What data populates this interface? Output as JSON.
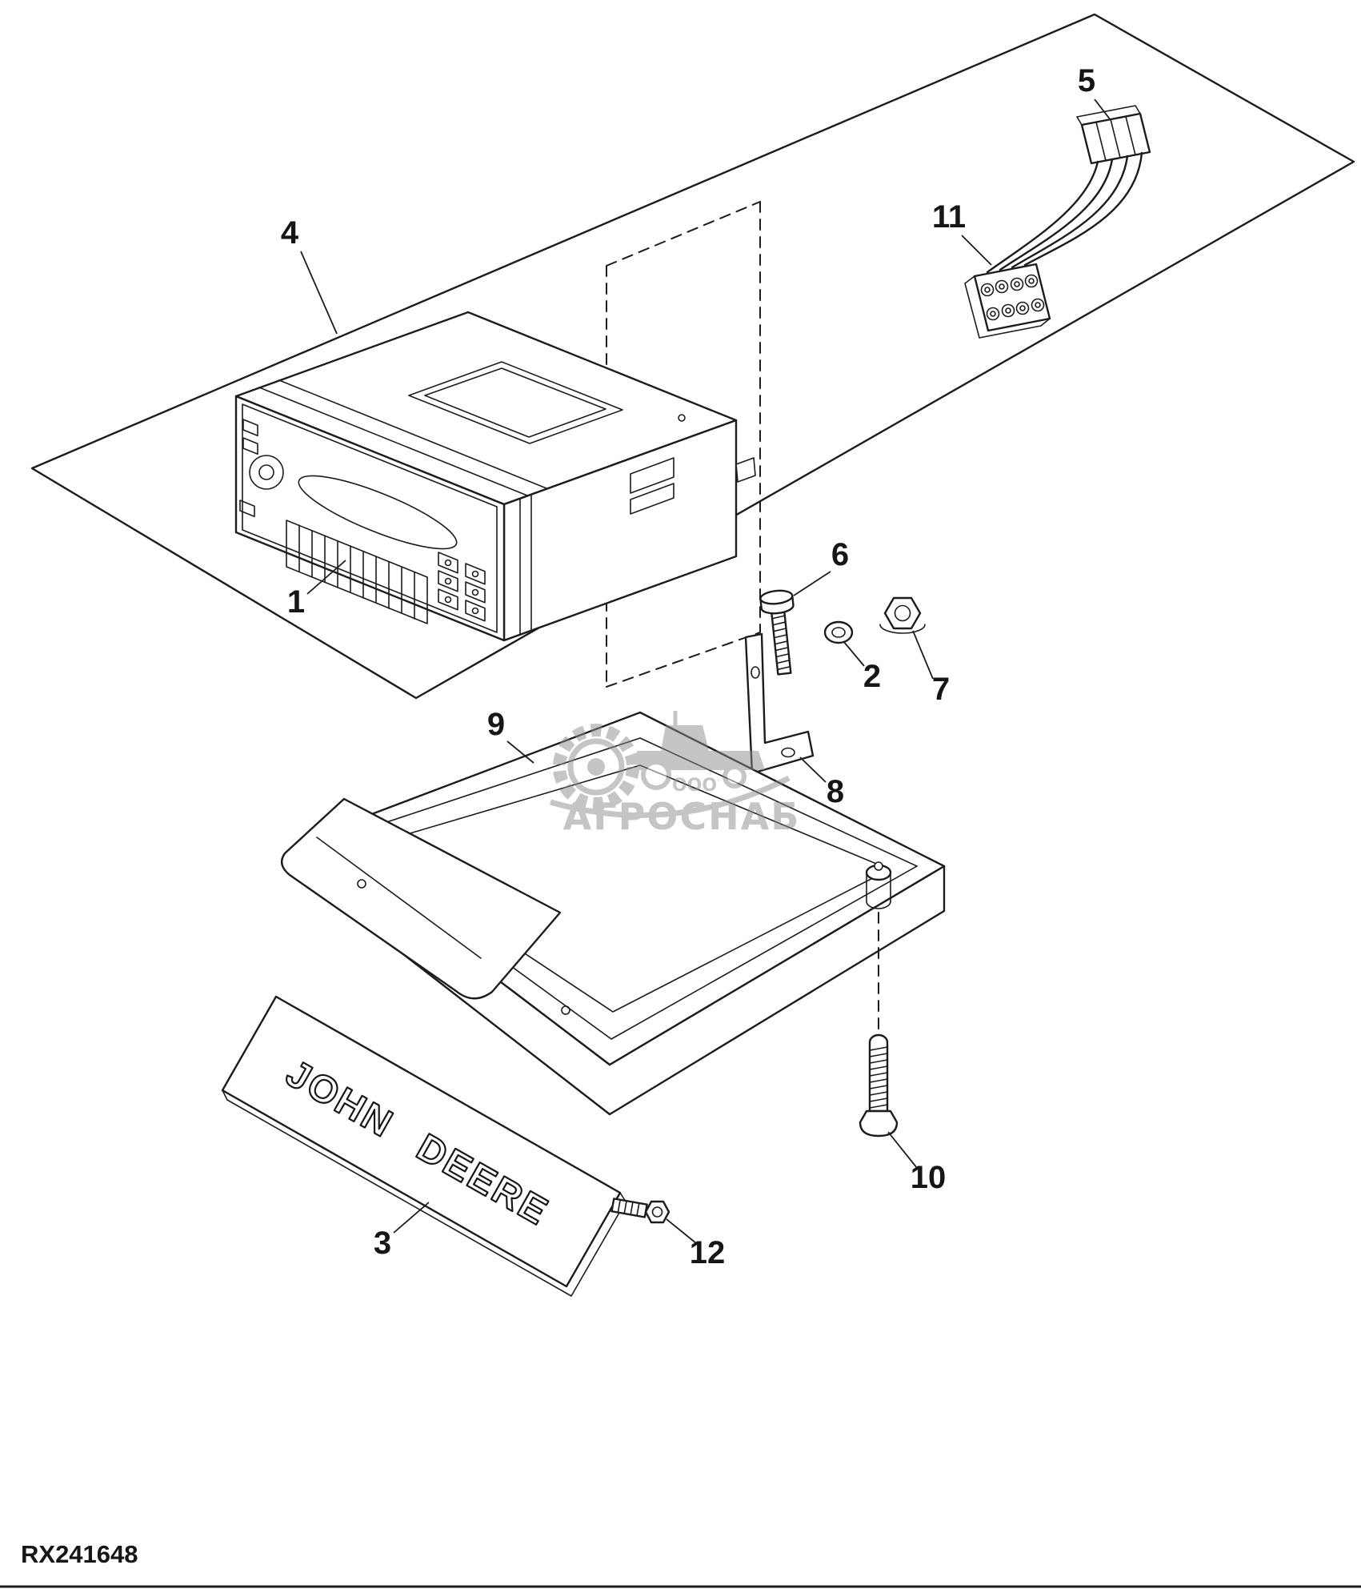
{
  "figure": {
    "code": "RX241648",
    "background": "#ffffff",
    "line_color": "#1c1c1c"
  },
  "plate": {
    "brand": "JOHN DEERE"
  },
  "watermark": {
    "org_type": "ООО",
    "org_name": "АГРОСНАБ",
    "color": "#8c8c8c"
  },
  "callouts": [
    {
      "id": 1,
      "label": "1"
    },
    {
      "id": 2,
      "label": "2"
    },
    {
      "id": 3,
      "label": "3"
    },
    {
      "id": 4,
      "label": "4"
    },
    {
      "id": 5,
      "label": "5"
    },
    {
      "id": 6,
      "label": "6"
    },
    {
      "id": 7,
      "label": "7"
    },
    {
      "id": 8,
      "label": "8"
    },
    {
      "id": 9,
      "label": "9"
    },
    {
      "id": 10,
      "label": "10"
    },
    {
      "id": 11,
      "label": "11"
    },
    {
      "id": 12,
      "label": "12"
    }
  ]
}
